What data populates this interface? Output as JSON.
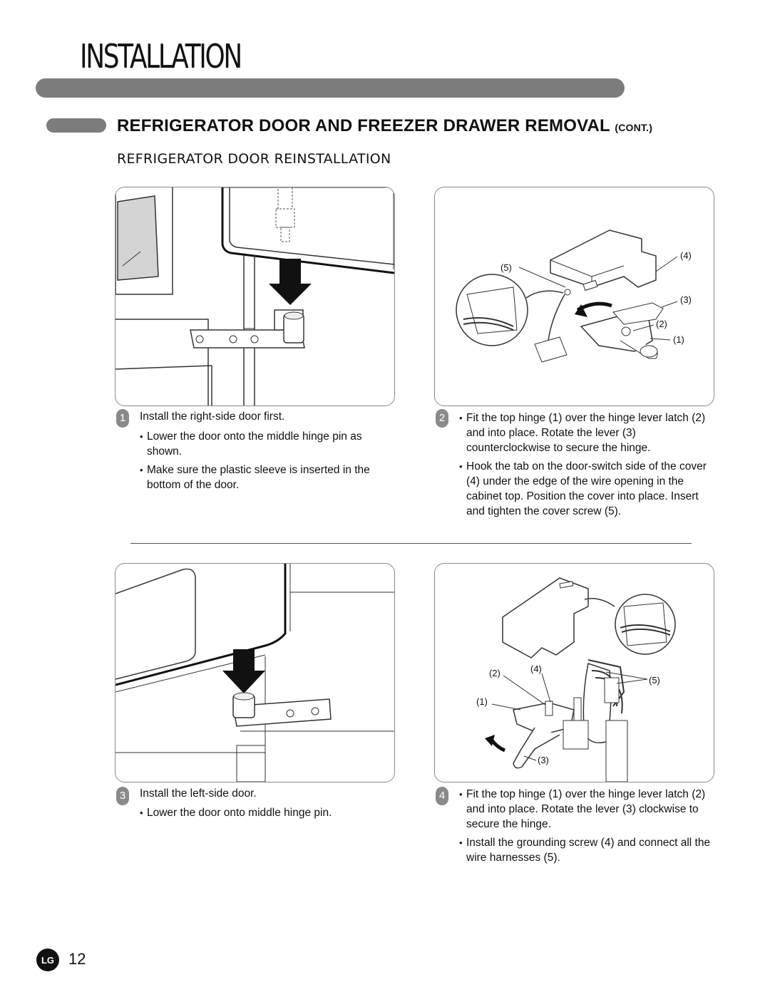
{
  "header": {
    "chapter_title": "INSTALLATION",
    "section_title": "REFRIGERATOR DOOR AND FREEZER DRAWER REMOVAL",
    "section_title_suffix": "(CONT.)",
    "subsection_title": "REFRIGERATOR DOOR REINSTALLATION"
  },
  "steps": [
    {
      "number": "1",
      "title": "Install the right-side door first.",
      "bullets": [
        "Lower the door onto the middle hinge pin as shown.",
        "Make sure the plastic sleeve is inserted in the bottom of the door."
      ]
    },
    {
      "number": "2",
      "bullets": [
        "Fit the top hinge (1) over the hinge lever latch (2) and into place. Rotate the lever (3) counterclockwise to secure the hinge.",
        "Hook the tab on the door-switch side of the cover (4) under the edge of the wire opening in the cabinet top. Position the cover into place. Insert and tighten the cover screw (5)."
      ],
      "callouts": [
        "(1)",
        "(2)",
        "(3)",
        "(4)",
        "(5)"
      ]
    },
    {
      "number": "3",
      "title": "Install the left-side door.",
      "bullets": [
        "Lower the door onto middle hinge pin."
      ]
    },
    {
      "number": "4",
      "bullets": [
        "Fit the top hinge (1) over the hinge lever latch (2) and into place. Rotate the lever (3) clockwise to secure the hinge.",
        "Install the grounding screw (4) and connect all the wire harnesses (5)."
      ],
      "callouts": [
        "(1)",
        "(2)",
        "(3)",
        "(4)",
        "(5)"
      ]
    }
  ],
  "footer": {
    "logo_text": "LG",
    "page_number": "12"
  },
  "colors": {
    "bar_gray": "#7c7c7c",
    "frame_gray": "#8a8a8a",
    "arrow_black": "#111111"
  }
}
